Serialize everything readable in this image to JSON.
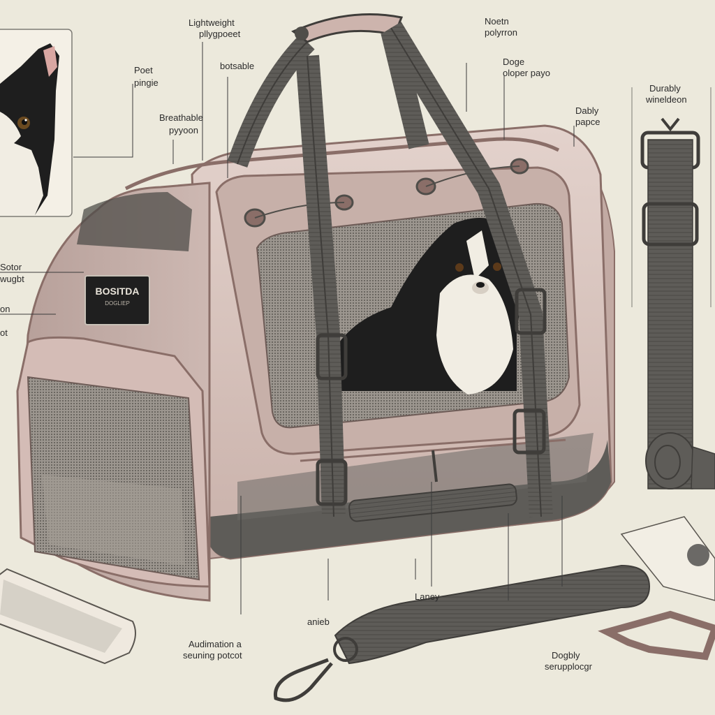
{
  "colors": {
    "background": "#ece9dc",
    "bag_fabric": "#d6c1bb",
    "bag_fabric_dark": "#b89e98",
    "trim": "#8a6e68",
    "strap": "#5e5c58",
    "strap_dark": "#3f3d3a",
    "mesh": "#8f8a84",
    "dog_black": "#1e1e1e",
    "dog_white": "#f1ede3",
    "ink": "#2b2b2b"
  },
  "brand_patch": "BOSITDA",
  "brand_patch_sub": "DOGLIEP",
  "labels": {
    "l01": "Lightweight",
    "l02": "pllygpoeet",
    "l03": "Noetn",
    "l04": "polyrron",
    "l05": "Poet",
    "l06": "pingie",
    "l07": "botsable",
    "l08": "Doge",
    "l09": "oloper payo",
    "l10": "Durably",
    "l11": "wineldeon",
    "l12": "Dably",
    "l13": "papce",
    "l14": "Breathable",
    "l15": "pyyoon",
    "l16": "Sotor",
    "l17": "wugbt",
    "l18": "on",
    "l19": "ot",
    "l20": "Laney",
    "l21": "anieb",
    "l22": "Audimation a",
    "l23": "seuning potcot",
    "l24": "Dogbly",
    "l25": "serupplocgr"
  }
}
